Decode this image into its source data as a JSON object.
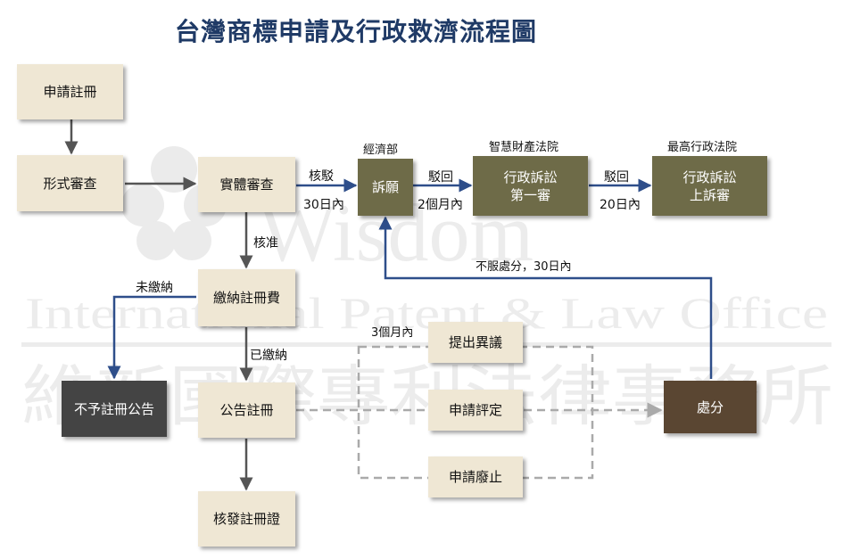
{
  "title": "台灣商標申請及行政救濟流程圖",
  "watermark": {
    "line1": "Wisdom",
    "line2": "International Patent & Law Office",
    "line3": "維新國際專利法律事務所"
  },
  "nodes": {
    "apply": "申請註冊",
    "formal": "形式審查",
    "substantive": "實體審查",
    "petition": "訴願",
    "admin_first_line1": "行政訴訟",
    "admin_first_line2": "第一審",
    "admin_appeal_line1": "行政訴訟",
    "admin_appeal_line2": "上訴審",
    "pay_fee": "繳納註冊費",
    "not_published": "不予註冊公告",
    "publish": "公告註冊",
    "issue_cert": "核發註冊證",
    "opposition": "提出異議",
    "invalidation": "申請評定",
    "revocation": "申請廢止",
    "decision": "處分"
  },
  "authorities": {
    "moea": "經濟部",
    "ip_court": "智慧財產法院",
    "supreme_admin_court": "最高行政法院"
  },
  "edge_labels": {
    "reject": "核駁",
    "reject_deadline": "30日內",
    "dismiss_1": "駁回",
    "dismiss_1_deadline": "2個月內",
    "dismiss_2": "駁回",
    "dismiss_2_deadline": "20日內",
    "approve": "核准",
    "unpaid": "未繳納",
    "paid": "已繳納",
    "three_months": "3個月內",
    "disagree": "不服處分，30日內"
  },
  "colors": {
    "title": "#1f3a66",
    "beige_box": "#efe7d4",
    "olive_box": "#6e6b48",
    "dark_box": "#444444",
    "decision_box": "#5a4632",
    "arrow_gray": "#555555",
    "arrow_blue": "#2e4e8a",
    "dashed": "#aaaaaa"
  }
}
